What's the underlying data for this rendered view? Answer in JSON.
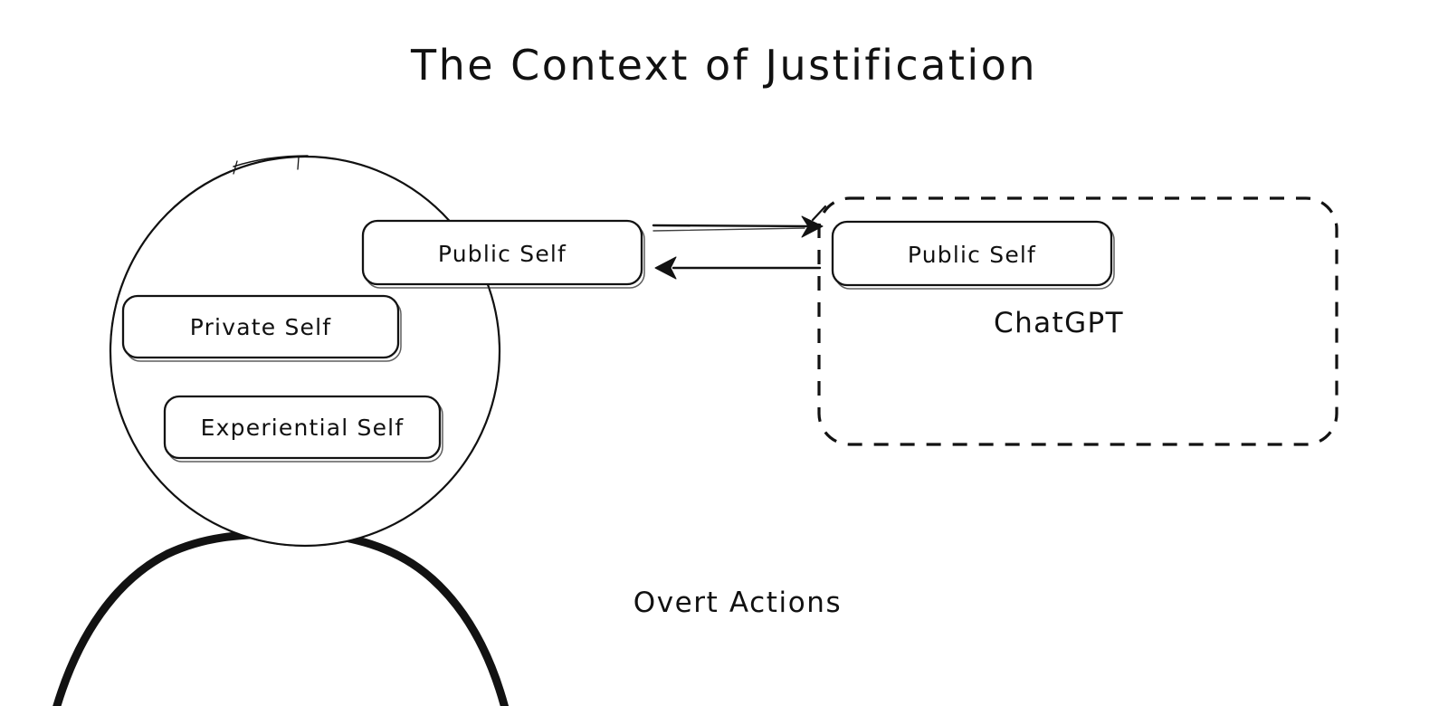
{
  "page": {
    "title": "The Context of Justification",
    "background_color": "#ffffff",
    "ink_color": "#121212",
    "style": "hand-drawn sketch"
  },
  "person": {
    "name": "person-figure",
    "head_shape": "circle",
    "body_shape": "shoulders",
    "nodes": [
      {
        "id": "public-self-person",
        "label": "Public Self"
      },
      {
        "id": "private-self",
        "label": "Private Self"
      },
      {
        "id": "experiential-self",
        "label": "Experiential Self"
      }
    ]
  },
  "chatgpt_group": {
    "label": "ChatGPT",
    "border_style": "dashed",
    "nodes": [
      {
        "id": "public-self-chatgpt",
        "label": "Public Self"
      }
    ]
  },
  "connections": [
    {
      "id": "person-to-chatgpt",
      "from": "public-self-person",
      "to": "public-self-chatgpt",
      "direction": "right"
    },
    {
      "id": "chatgpt-to-person",
      "from": "public-self-chatgpt",
      "to": "public-self-person",
      "direction": "left"
    }
  ],
  "captions": [
    {
      "id": "overt-actions",
      "label": "Overt Actions"
    }
  ]
}
